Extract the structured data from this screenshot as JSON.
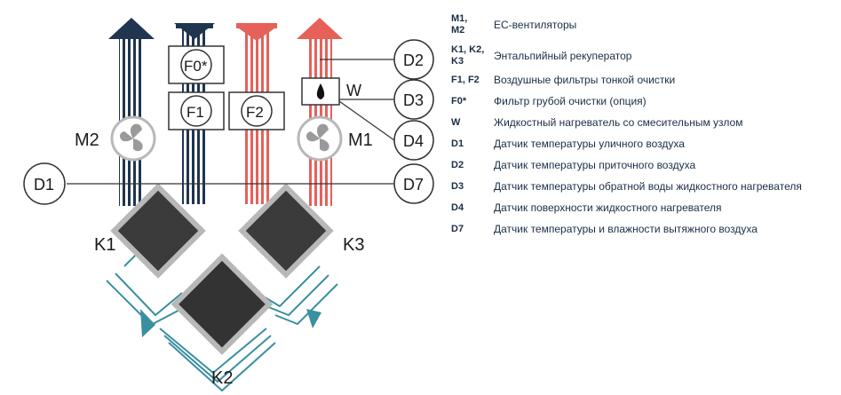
{
  "diagram": {
    "labels": {
      "M1": "M1",
      "M2": "M2",
      "K1": "K1",
      "K2": "K2",
      "K3": "K3",
      "W": "W",
      "F0": "F0*",
      "F1": "F1",
      "F2": "F2",
      "D1": "D1",
      "D2": "D2",
      "D3": "D3",
      "D4": "D4",
      "D7": "D7"
    },
    "colors": {
      "dark_blue": "#1f3550",
      "teal": "#3a8fa0",
      "red": "#e5615a",
      "grey": "#b8b8b8",
      "dark": "#333333"
    }
  },
  "legend": {
    "items": [
      {
        "code": "M1,\nM2",
        "text": "EC-вентиляторы"
      },
      {
        "code": "K1, K2,\nK3",
        "text": "Энтальпийный рекуператор"
      },
      {
        "code": "F1, F2",
        "text": "Воздушные фильтры тонкой очистки"
      },
      {
        "code": "F0*",
        "text": "Фильтр грубой очистки (опция)"
      },
      {
        "code": "W",
        "text": "Жидкостный нагреватель со смесительным узлом"
      },
      {
        "code": "D1",
        "text": "Датчик температуры уличного воздуха"
      },
      {
        "code": "D2",
        "text": "Датчик температуры приточного воздуха"
      },
      {
        "code": "D3",
        "text": "Датчик температуры обратной воды жидкостного нагревателя"
      },
      {
        "code": "D4",
        "text": "Датчик поверхности жидкостного нагревателя"
      },
      {
        "code": "D7",
        "text": "Датчик температуры и влажности вытяжного воздуха"
      }
    ]
  }
}
